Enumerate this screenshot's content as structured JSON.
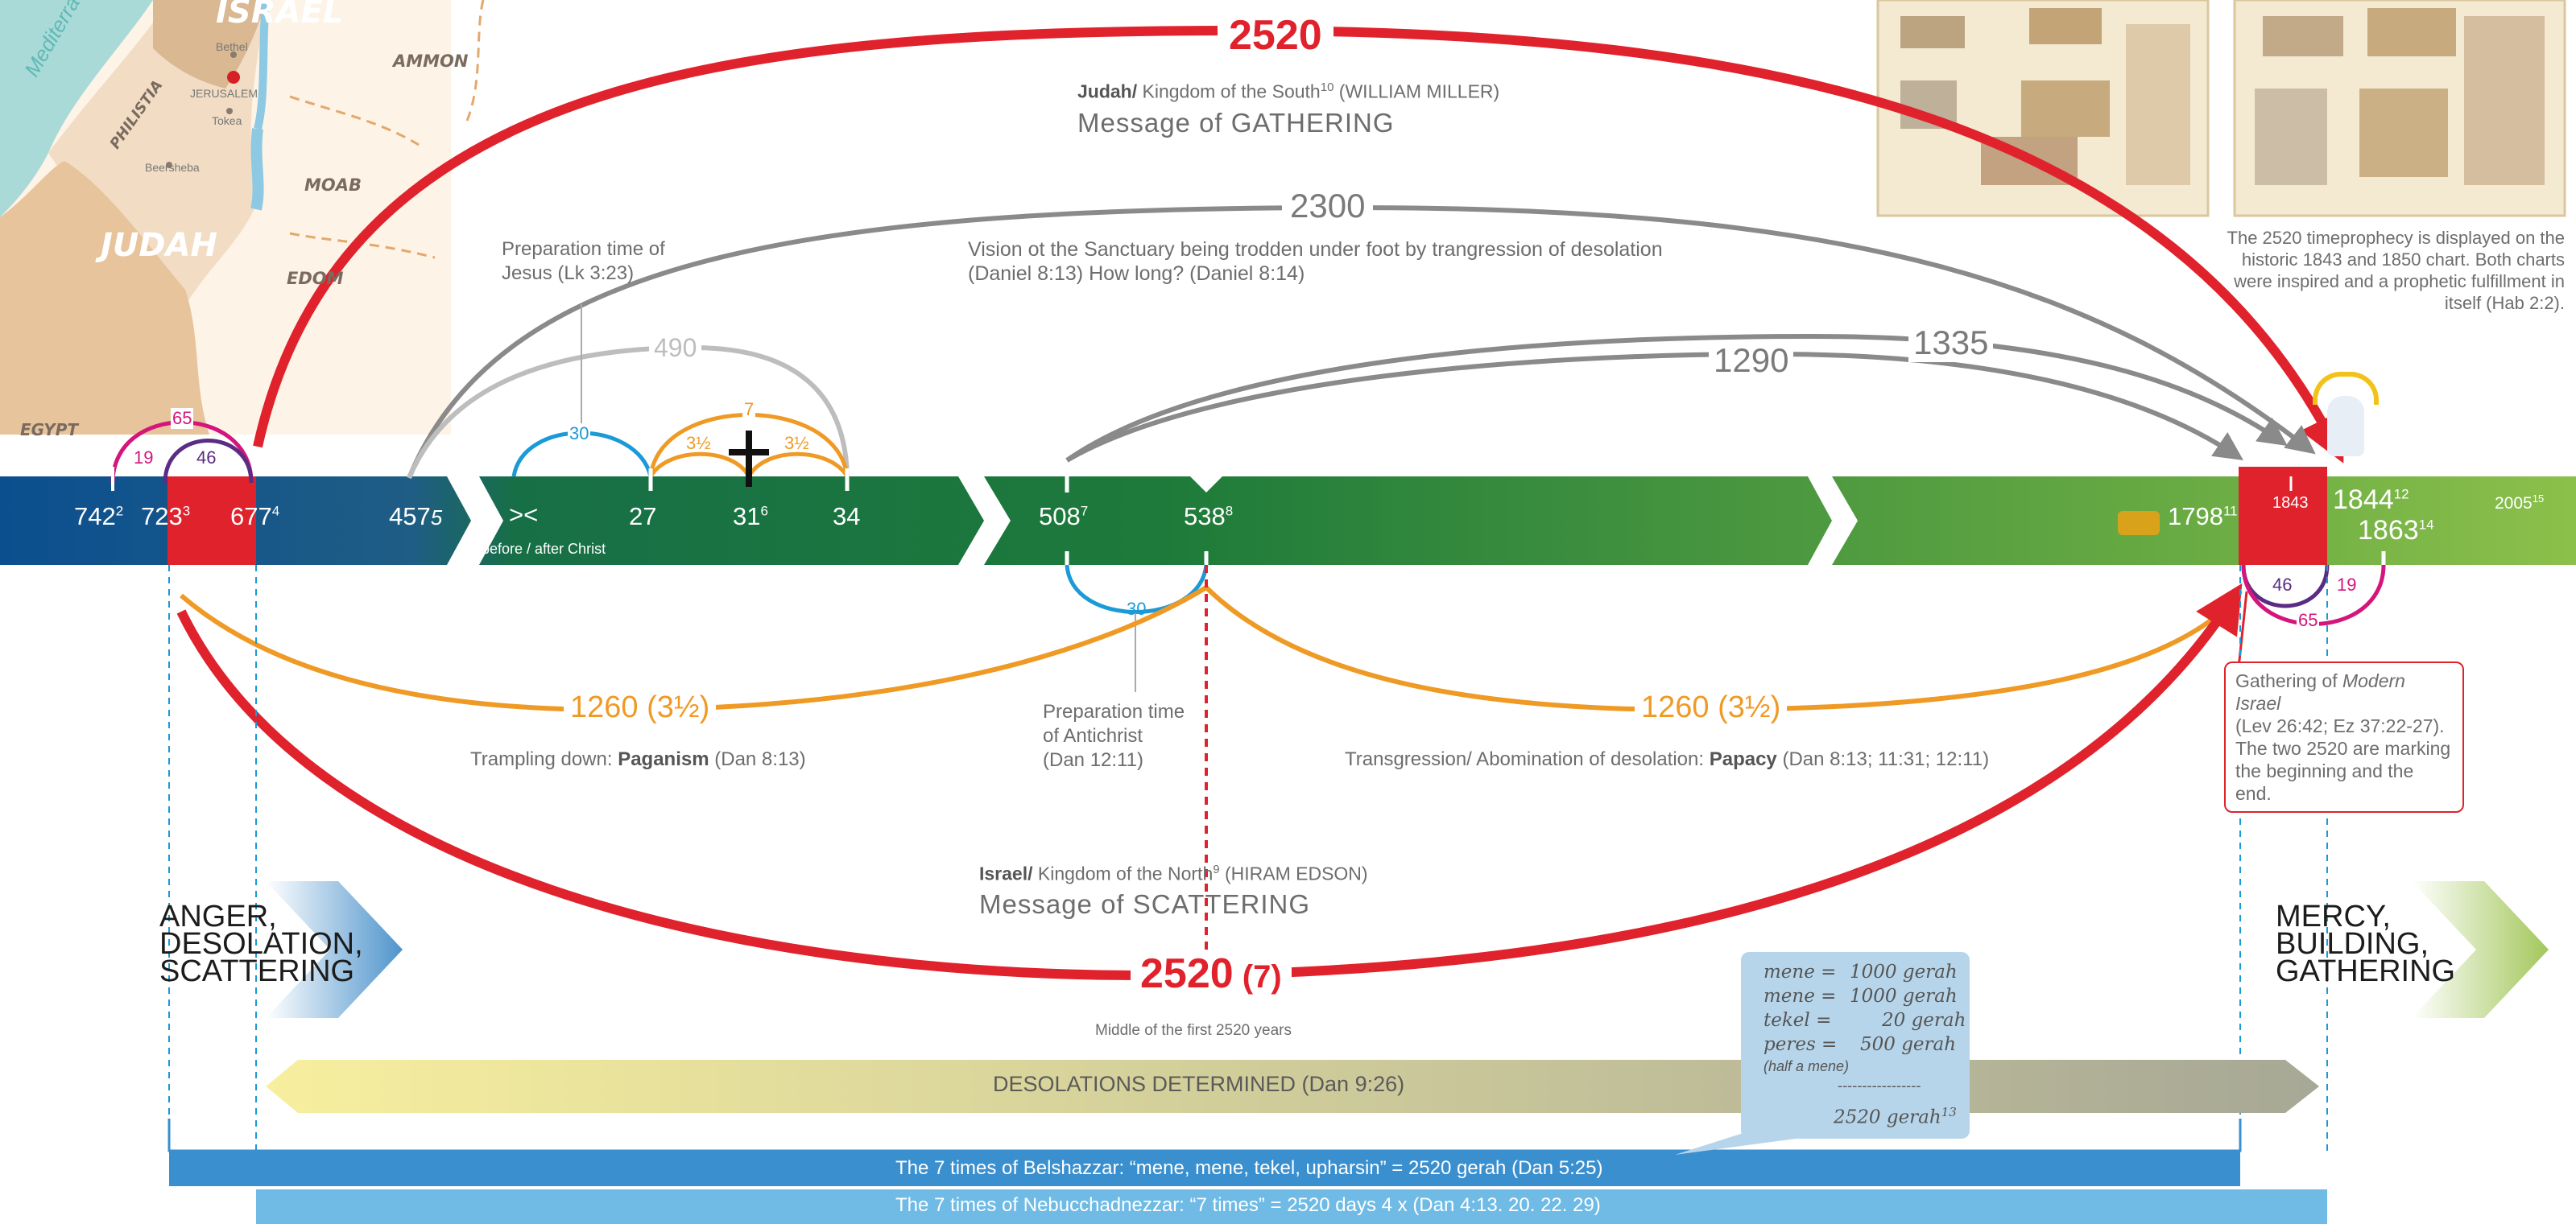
{
  "map": {
    "israel": "ISRAEL",
    "judah": "JUDAH",
    "ammon": "AMMON",
    "moab": "MOAB",
    "edom": "EDOM",
    "egypt": "EGYPT",
    "philistia": "PHILISTIA",
    "mediterranean": "Mediterra",
    "bethel": "Bethel",
    "jerusalem": "JERUSALEM",
    "tokea": "Tokea",
    "beersheba": "Beersheba"
  },
  "colors": {
    "red": "#e0222c",
    "gray_arc": "#8a8a8a",
    "light_gray_arc": "#bdbdbd",
    "orange": "#ef9a25",
    "blue": "#1a9ad6",
    "purple": "#5b2c83",
    "magenta": "#d4157c",
    "timeline_dark_blue": "#0b4f8f",
    "timeline_green": "#1d7a3a",
    "timeline_light_green": "#8cc04b"
  },
  "top": {
    "arc_2520": "2520",
    "judah_bold": "Judah/",
    "judah_rest": " Kingdom of the South",
    "judah_sup": "10",
    "judah_miller": " (WILLIAM MILLER)",
    "gathering": "Message of GATHERING",
    "arc_2300": "2300",
    "vision_line1": "Vision ot the Sanctuary being trodden under foot by trangression of desolation",
    "vision_line2": "(Daniel 8:13) How long? (Daniel 8:14)",
    "prep_jesus_line1": "Preparation time of",
    "prep_jesus_line2": "Jesus (Lk 3:23)",
    "arc_490": "490",
    "arc_1290": "1290",
    "arc_1335": "1335",
    "arc_30": "30",
    "arc_7": "7",
    "arc_3half_a": "3½",
    "arc_3half_b": "3½",
    "arc_65": "65",
    "arc_19": "19",
    "arc_46": "46",
    "chart_caption": "The 2520 timeprophecy is displayed on the historic 1843 and 1850 chart. Both charts were inspired and a prophetic fulfillment in itself (Hab 2:2)."
  },
  "timeline": {
    "l742": "742",
    "l742_sup": "2",
    "l723": "723",
    "l723_sup": "3",
    "l677": "677",
    "l677_sup": "4",
    "l457": "457",
    "l457_sub": "5",
    "ba": "><",
    "ba_caption": "before / after Christ",
    "l27": "27",
    "l31": "31",
    "l31_sup": "6",
    "l34": "34",
    "l508": "508",
    "l508_sup": "7",
    "l538": "538",
    "l538_sup": "8",
    "l1798": "1798",
    "l1798_sup": "11",
    "l1843": "1843",
    "l1844": "1844",
    "l1844_sup": "12",
    "l1863": "1863",
    "l1863_sup": "14",
    "l2005": "2005",
    "l2005_sup": "15"
  },
  "lower": {
    "arc_1260_left": "1260 (3½)",
    "trampling_a": "Trampling down: ",
    "trampling_b": "Paganism",
    "trampling_c": " (Dan 8:13)",
    "arc_30b": "30",
    "prep_anti_line1": "Preparation time",
    "prep_anti_line2": "of Antichrist",
    "prep_anti_line3": "(Dan 12:11)",
    "arc_1260_right": "1260 (3½)",
    "transgression_a": "Transgression/ Abomination of desolation: ",
    "transgression_b": "Papacy",
    "transgression_c": " (Dan 8:13; 11:31; 12:11)",
    "israel_bold": "Israel/",
    "israel_rest": " Kingdom of the North",
    "israel_sup": "9",
    "israel_edson": " (HIRAM EDSON)",
    "scattering": "Message of SCATTERING",
    "arc_2520_bottom": "2520",
    "arc_2520_bottom_7": " (7)",
    "middle_note": "Middle of the first 2520 years",
    "arc_46b": "46",
    "arc_19b": "19",
    "arc_65b": "65",
    "gathering_note_a": "Gathering of ",
    "gathering_note_b": "Modern Israel",
    "gathering_note_c": "(Lev  26:42; Ez 37:22-27).",
    "gathering_note_d": "The two 2520 are marking",
    "gathering_note_e": "the beginning and the end.",
    "anger_1": "ANGER,",
    "anger_2": "DESOLATION,",
    "anger_3": "SCATTERING",
    "mercy_1": "MERCY,",
    "mercy_2": "BUILDING,",
    "mercy_3": "GATHERING",
    "desolations": "DESOLATIONS DETERMINED (Dan 9:26)",
    "belshazzar": "The 7 times of Belshazzar: “mene, mene, tekel, upharsin” = 2520 gerah (Dan 5:25)",
    "nebuchadnezzar": "The 7 times of Nebucchadnezzar: “7 times” = 2520 days 4 x (Dan 4:13. 20. 22. 29)"
  },
  "gerah": {
    "r1a": "mene =",
    "r1b": "1000 gerah",
    "r2a": "mene =",
    "r2b": "1000 gerah",
    "r3a": "tekel =",
    "r3b": "20 gerah",
    "r4a": "peres =",
    "r4b": "500 gerah",
    "r5": "(half a mene)",
    "dashes": "-----------------",
    "total": "2520 gerah",
    "total_sup": "13"
  }
}
